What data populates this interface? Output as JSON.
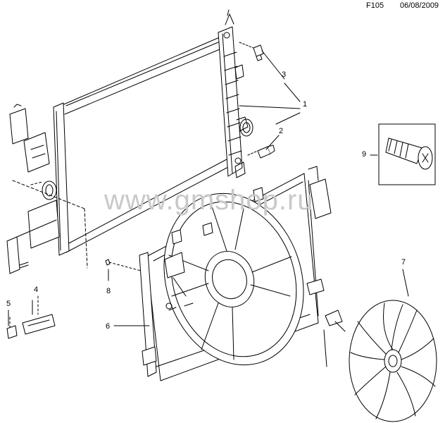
{
  "header": {
    "code": "F105",
    "date": "06/08/2009"
  },
  "watermark": "www.gmshop.ru",
  "callouts": {
    "c1": "1",
    "c2": "2",
    "c3": "3",
    "c4": "4",
    "c5": "5",
    "c6": "6",
    "c7": "7",
    "c8": "8",
    "c9": "9"
  }
}
